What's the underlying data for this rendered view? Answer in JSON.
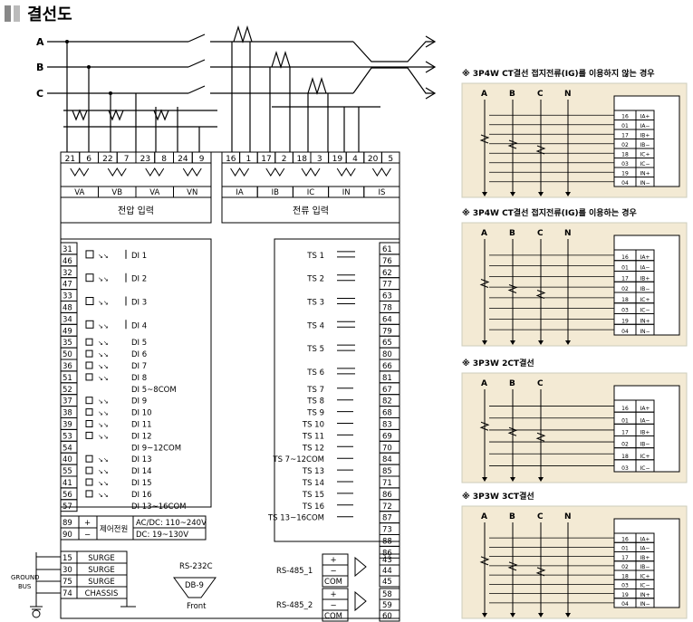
{
  "title": "결선도",
  "phases": [
    "A",
    "B",
    "C"
  ],
  "voltage_terms": [
    "21",
    "6",
    "22",
    "7",
    "23",
    "8",
    "24",
    "9"
  ],
  "voltage_labels": [
    "VA",
    "VB",
    "VA",
    "VN"
  ],
  "voltage_input_label": "전압 입력",
  "current_terms": [
    "16",
    "1",
    "17",
    "2",
    "18",
    "3",
    "19",
    "4",
    "20",
    "5"
  ],
  "current_labels": [
    "IA",
    "IB",
    "IC",
    "IN",
    "IS"
  ],
  "current_input_label": "전류 입력",
  "di_rows": [
    {
      "terms": [
        "31",
        "46"
      ],
      "label": "DI 1"
    },
    {
      "terms": [
        "32",
        "47"
      ],
      "label": "DI 2"
    },
    {
      "terms": [
        "33",
        "48"
      ],
      "label": "DI 3"
    },
    {
      "terms": [
        "34",
        "49"
      ],
      "label": "DI 4"
    },
    {
      "terms": [
        "35",
        "50",
        "36",
        "51",
        "52"
      ],
      "labels": [
        "DI 5",
        "DI 6",
        "DI 7",
        "DI 8",
        "DI 5~8COM"
      ]
    },
    {
      "terms": [
        "37",
        "38",
        "39",
        "53",
        "54"
      ],
      "labels": [
        "DI 9",
        "DI 10",
        "DI 11",
        "DI 12",
        "DI 9~12COM"
      ]
    },
    {
      "terms": [
        "40",
        "55",
        "41",
        "56",
        "57"
      ],
      "labels": [
        "DI 13",
        "DI 14",
        "DI 15",
        "DI 16",
        "DI 13~16COM"
      ]
    }
  ],
  "ts_rows": [
    {
      "label": "TS 1",
      "terms": [
        "61",
        "76"
      ]
    },
    {
      "label": "TS 2",
      "terms": [
        "62",
        "77"
      ]
    },
    {
      "label": "TS 3",
      "terms": [
        "63",
        "78"
      ]
    },
    {
      "label": "TS 4",
      "terms": [
        "64",
        "79"
      ]
    },
    {
      "label": "TS 5",
      "terms": [
        "65",
        "80"
      ]
    },
    {
      "label": "TS 6",
      "terms": [
        "66",
        "81"
      ]
    },
    {
      "labels": [
        "TS 7",
        "TS 8",
        "TS 9",
        "TS 10",
        "TS 11",
        "TS 12",
        "TS 7~12COM"
      ],
      "terms": [
        "67",
        "82",
        "68",
        "83",
        "69",
        "70",
        "84"
      ]
    },
    {
      "labels": [
        "TS 13",
        "TS 14",
        "TS 15",
        "TS 16",
        "TS 13~16COM"
      ],
      "terms": [
        "85",
        "71",
        "86",
        "72",
        "87",
        "73",
        "88",
        "86"
      ]
    }
  ],
  "power": {
    "terms": [
      "89",
      "90"
    ],
    "signs": [
      "+",
      "−"
    ],
    "label": "제어전원",
    "ac": "AC/DC: 110~240V",
    "dc": "DC: 19~130V"
  },
  "surge_rows": [
    {
      "term": "15",
      "label": "SURGE"
    },
    {
      "term": "30",
      "label": "SURGE"
    },
    {
      "term": "75",
      "label": "SURGE"
    },
    {
      "term": "74",
      "label": "CHASSIS"
    }
  ],
  "ground_label": [
    "GROUND",
    "BUS"
  ],
  "rs232": {
    "label": "RS-232C",
    "connector": "DB-9",
    "position": "Front"
  },
  "rs485_1": {
    "label": "RS-485_1",
    "terms": [
      "43",
      "44",
      "45"
    ],
    "pins": [
      "+",
      "−",
      "COM"
    ]
  },
  "rs485_2": {
    "label": "RS-485_2",
    "terms": [
      "58",
      "59",
      "60"
    ],
    "pins": [
      "+",
      "−",
      "COM"
    ]
  },
  "sub_diagrams": [
    {
      "title": "※ 3P4W CT결선 접지전류(IG)를 이용하지 않는 경우",
      "phases": [
        "A",
        "B",
        "C",
        "N"
      ],
      "rows": [
        [
          "16",
          "IA+"
        ],
        [
          "01",
          "IA−"
        ],
        [
          "17",
          "IB+"
        ],
        [
          "02",
          "IB−"
        ],
        [
          "18",
          "IC+"
        ],
        [
          "03",
          "IC−"
        ],
        [
          "19",
          "IN+"
        ],
        [
          "04",
          "IN−"
        ]
      ]
    },
    {
      "title": "※ 3P4W CT결선 접지전류(IG)를 이용하는 경우",
      "phases": [
        "A",
        "B",
        "C",
        "N"
      ],
      "rows": [
        [
          "16",
          "IA+"
        ],
        [
          "01",
          "IA−"
        ],
        [
          "17",
          "IB+"
        ],
        [
          "02",
          "IB−"
        ],
        [
          "18",
          "IC+"
        ],
        [
          "03",
          "IC−"
        ],
        [
          "19",
          "IN+"
        ],
        [
          "04",
          "IN−"
        ]
      ]
    },
    {
      "title": "※ 3P3W 2CT결선",
      "phases": [
        "A",
        "B",
        "C"
      ],
      "rows": [
        [
          "16",
          "IA+"
        ],
        [
          "01",
          "IA−"
        ],
        [
          "17",
          "IB+"
        ],
        [
          "02",
          "IB−"
        ],
        [
          "18",
          "IC+"
        ],
        [
          "03",
          "IC−"
        ]
      ]
    },
    {
      "title": "※ 3P3W 3CT결선",
      "phases": [
        "A",
        "B",
        "C",
        "N"
      ],
      "rows": [
        [
          "16",
          "IA+"
        ],
        [
          "01",
          "IA−"
        ],
        [
          "17",
          "IB+"
        ],
        [
          "02",
          "IB−"
        ],
        [
          "18",
          "IC+"
        ],
        [
          "03",
          "IC−"
        ],
        [
          "19",
          "IN+"
        ],
        [
          "04",
          "IN−"
        ]
      ]
    }
  ]
}
